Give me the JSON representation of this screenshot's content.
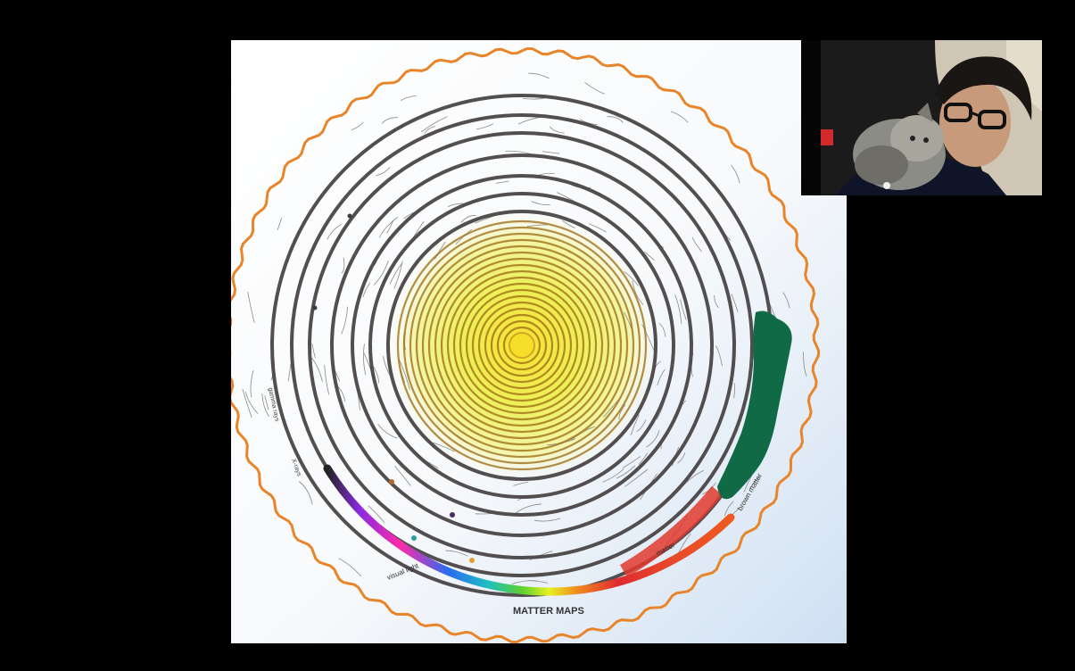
{
  "slide": {
    "spectrum_label": "MATTER MAPS",
    "arc_labels": [
      "visual light",
      "matter",
      "brown matter",
      "X-rays",
      "gamma rays"
    ]
  },
  "webcam": {
    "icon": "person-with-cat"
  },
  "colors": {
    "background": "#000000",
    "ring_orange": "#e8852a",
    "spiral_dark": "#4a4446",
    "core_yellow": "#f2f060",
    "green_blob": "#0f6a45"
  }
}
